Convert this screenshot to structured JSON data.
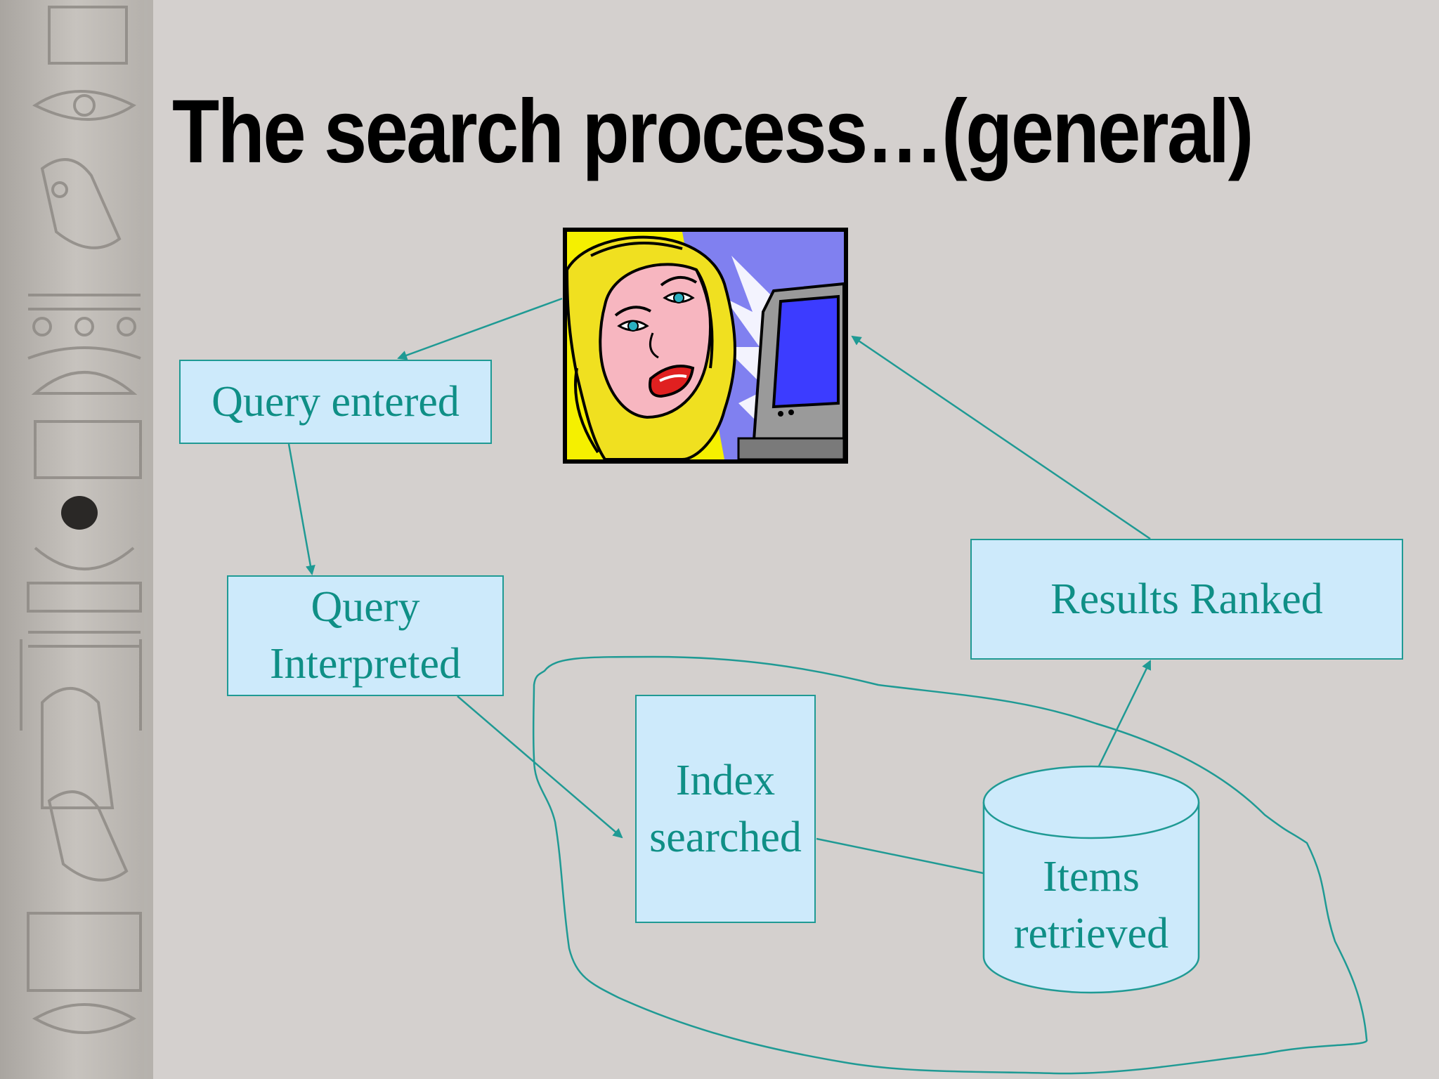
{
  "slide": {
    "title": "The search process…(general)"
  },
  "diagram": {
    "nodes": {
      "query_entered": {
        "text": "Query entered"
      },
      "query_interpreted": {
        "line1": "Query",
        "line2": "Interpreted"
      },
      "index_searched": {
        "line1": "Index",
        "line2": "searched"
      },
      "items_retrieved": {
        "line1": "Items",
        "line2": "retrieved"
      },
      "results_ranked": {
        "text": "Results Ranked"
      }
    },
    "colors": {
      "box_fill": "#cdeafb",
      "stroke": "#1f9a94",
      "text": "#0f8f86",
      "background": "#d4d0ce"
    }
  }
}
